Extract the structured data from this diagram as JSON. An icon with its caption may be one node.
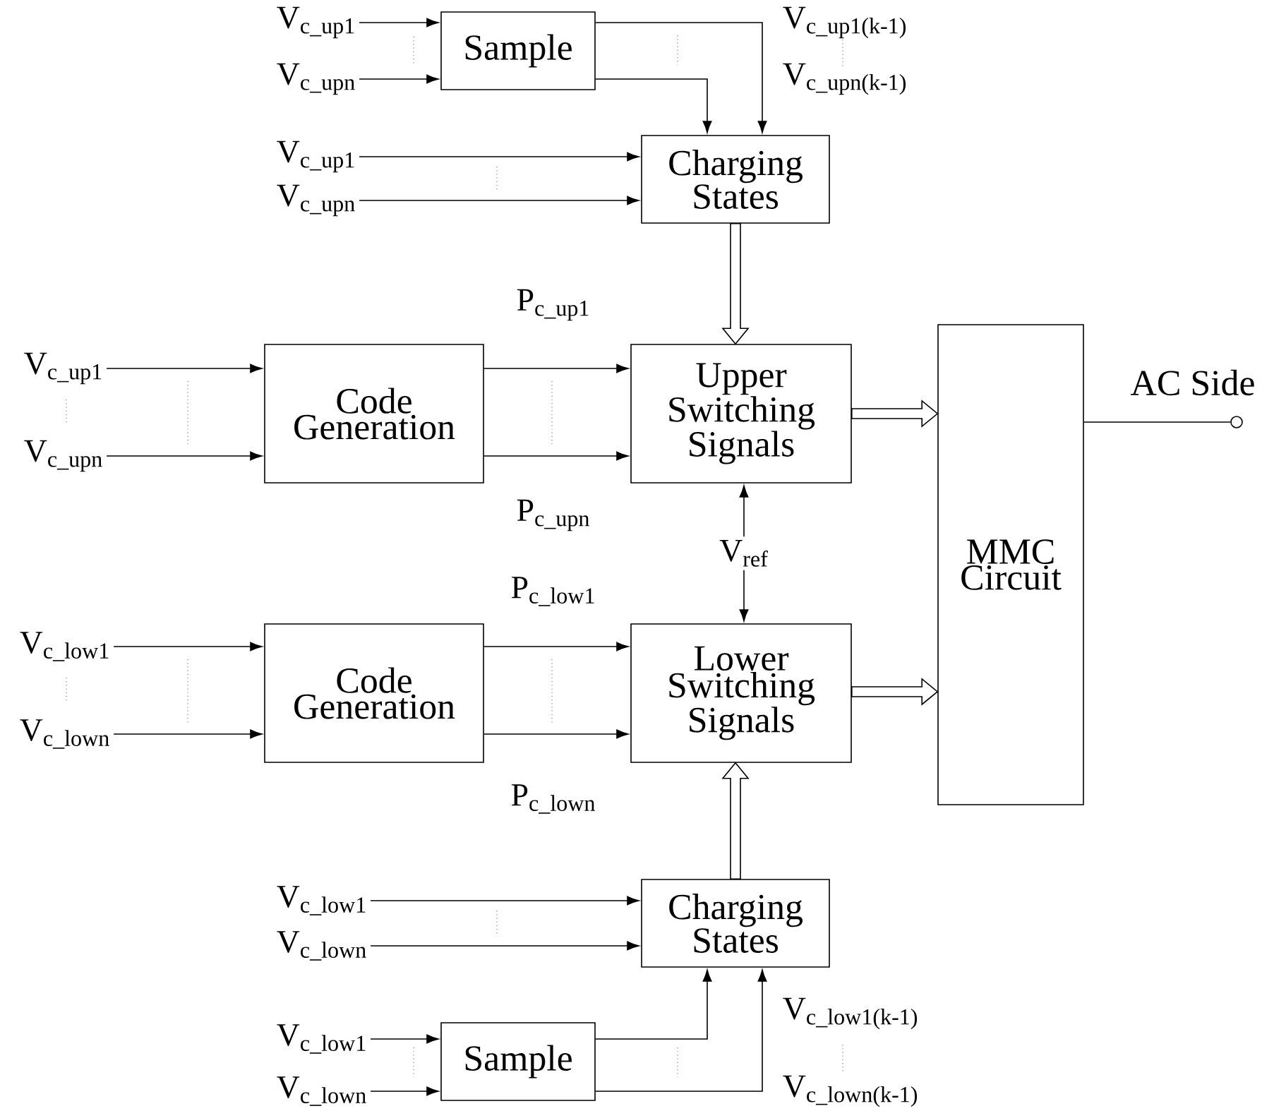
{
  "diagram": {
    "nodes": [
      {
        "text": [
          "Sample"
        ]
      },
      {
        "text": [
          "Charging States"
        ]
      },
      {
        "text": [
          "Code Generation"
        ]
      },
      {
        "text": [
          "Upper Switching Signals"
        ]
      },
      {
        "text": [
          "Code Generation"
        ]
      },
      {
        "text": [
          "Lower Switching Signals"
        ]
      },
      {
        "text": [
          "MMC Circuit"
        ]
      },
      {
        "text": [
          "Charging States"
        ]
      },
      {
        "text": [
          "Sample"
        ]
      },
      {
        "text": [
          "V$_{c_up1}$"
        ]
      },
      {
        "text": [
          "V$_{c_upn}$"
        ]
      },
      {
        "text": [
          "V$_{c_up1}$"
        ]
      },
      {
        "text": [
          "V$_{c_upn}$"
        ]
      },
      {
        "text": [
          "V$_{c_up1}$"
        ]
      },
      {
        "text": [
          "V$_{c_upn}$"
        ]
      },
      {
        "text": [
          "V$_{c_low1}$"
        ]
      },
      {
        "text": [
          "V$_{c_lown}$"
        ]
      },
      {
        "text": [
          "V$_{c_low1}$"
        ]
      },
      {
        "text": [
          "V$_{c_lown}$"
        ]
      },
      {
        "text": [
          "V$_{c_low1}$"
        ]
      },
      {
        "text": [
          "V$_{c_lown}$"
        ]
      },
      {
        "text": [
          "V$_{ref}$"
        ]
      },
      {
        "text": [],
        "shape": "circle",
        "beside": [
          "AC Side"
        ]
      }
    ],
    "edges": [
      {
        "from": 9,
        "to": 0,
        "arrow": "to"
      },
      {
        "from": 10,
        "to": 0,
        "arrow": "to"
      },
      {
        "from": 0,
        "to": 1,
        "arrow": "to"
      },
      {
        "from": 0,
        "to": 1,
        "arrow": "to"
      },
      {
        "from": 11,
        "to": 1,
        "arrow": "to"
      },
      {
        "from": 12,
        "to": 1,
        "arrow": "to"
      },
      {
        "from": 1,
        "to": 3,
        "arrow": "to",
        "style": "thick"
      },
      {
        "from": 13,
        "to": 2,
        "arrow": "to"
      },
      {
        "from": 14,
        "to": 2,
        "arrow": "to"
      },
      {
        "from": 2,
        "to": 3,
        "arrow": "to",
        "label": "P$_{c_up1}$"
      },
      {
        "from": 2,
        "to": 3,
        "arrow": "to",
        "label": "P$_{c_upn}$"
      },
      {
        "from": 21,
        "to": 3,
        "arrow": "to"
      },
      {
        "from": 21,
        "to": 5,
        "arrow": "to"
      },
      {
        "from": 15,
        "to": 4,
        "arrow": "to"
      },
      {
        "from": 16,
        "to": 4,
        "arrow": "to"
      },
      {
        "from": 4,
        "to": 5,
        "arrow": "to",
        "label": "P$_{c_low1}$"
      },
      {
        "from": 4,
        "to": 5,
        "arrow": "to",
        "label": "P$_{c_lown}$"
      },
      {
        "from": 3,
        "to": 6,
        "arrow": "to",
        "style": "thick"
      },
      {
        "from": 5,
        "to": 6,
        "arrow": "to",
        "style": "thick"
      },
      {
        "from": 6,
        "to": 22,
        "arrow": "none"
      },
      {
        "from": 7,
        "to": 5,
        "arrow": "to",
        "style": "thick"
      },
      {
        "from": 17,
        "to": 7,
        "arrow": "to"
      },
      {
        "from": 18,
        "to": 7,
        "arrow": "to"
      },
      {
        "from": 8,
        "to": 7,
        "arrow": "to"
      },
      {
        "from": 8,
        "to": 7,
        "arrow": "to"
      },
      {
        "from": 19,
        "to": 8,
        "arrow": "to"
      },
      {
        "from": 20,
        "to": 8,
        "arrow": "to"
      }
    ],
    "labels": [
      "V$_{c_up1(k-1)}$",
      "V$_{c_upn(k-1)}$",
      "V$_{c_low1(k-1)}$",
      "V$_{c_lown(k-1)}$"
    ]
  }
}
